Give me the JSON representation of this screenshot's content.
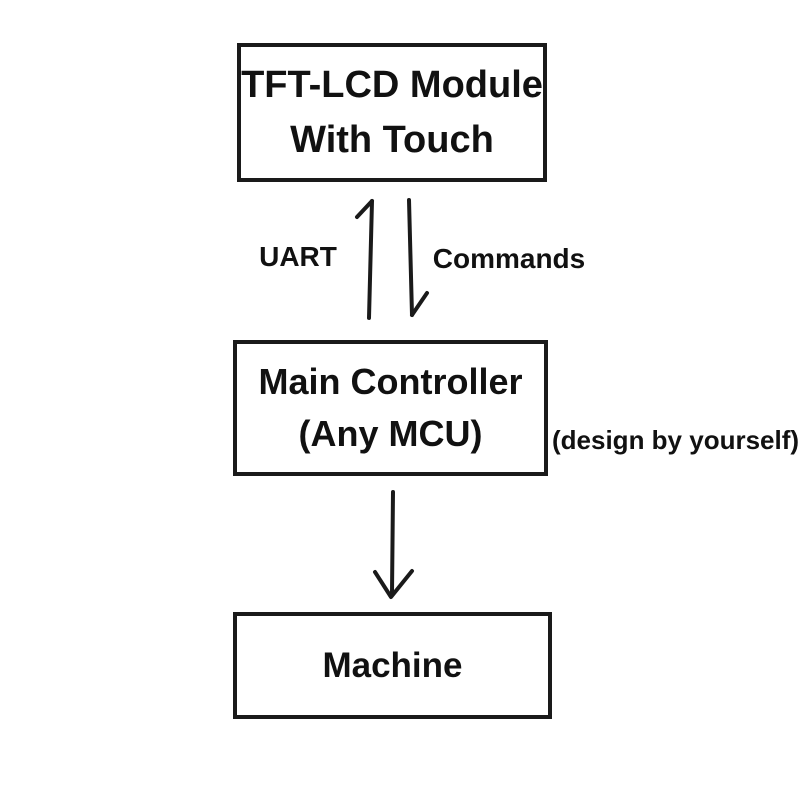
{
  "diagram": {
    "nodes": {
      "tft": {
        "line1": "TFT-LCD Module",
        "line2": "With Touch"
      },
      "mcu": {
        "line1": "Main Controller",
        "line2": "(Any MCU)"
      },
      "machine": {
        "label": "Machine"
      }
    },
    "edge_labels": {
      "uart": "UART",
      "commands": "Commands"
    },
    "note": "(design by yourself)",
    "colors": {
      "background": "#ffffff",
      "line": "#1a1a1a",
      "text": "#111111"
    }
  }
}
